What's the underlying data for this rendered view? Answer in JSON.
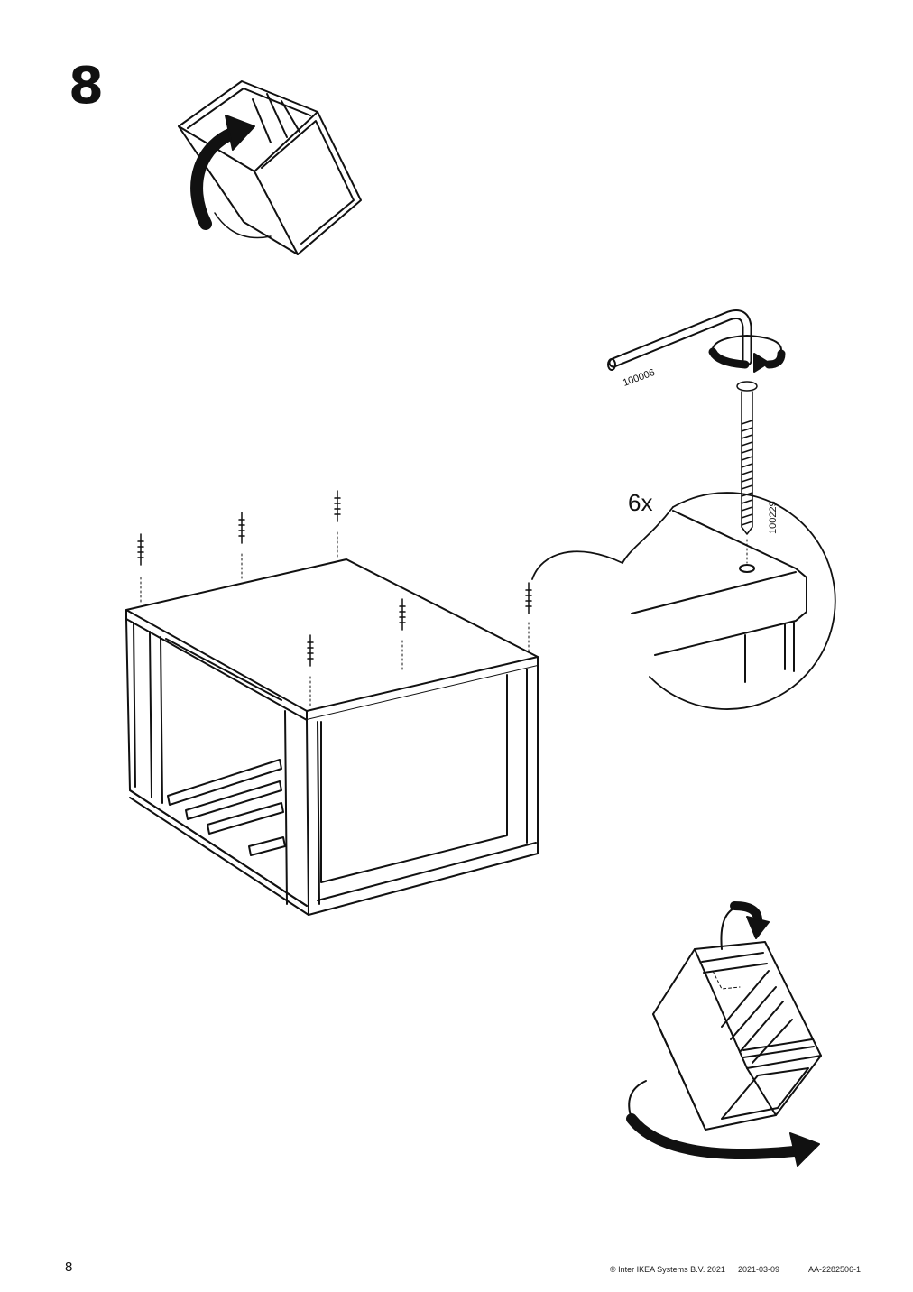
{
  "step": {
    "number": "8"
  },
  "callout": {
    "quantity": "6x",
    "screw_part": "100229",
    "wrench_part": "100006"
  },
  "footer": {
    "page_number": "8",
    "copyright": "© Inter IKEA Systems B.V. 2021",
    "date": "2021-03-09",
    "doc_id": "AA-2282506-1"
  },
  "icons": [
    "rotate-arrow-icon",
    "allen-key-icon",
    "screw-icon",
    "turn-arrow-icon"
  ]
}
